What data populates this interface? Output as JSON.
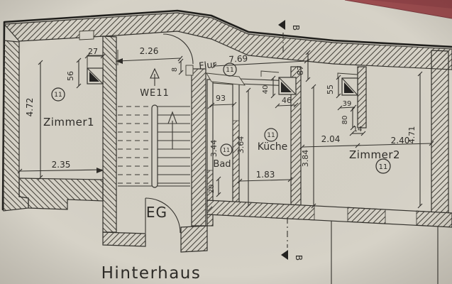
{
  "photo": {
    "paper_color": "#d6d2c7",
    "corner_color": "#9e4d50",
    "ink_color": "#2d2b27"
  },
  "plan": {
    "labels": {
      "building": "Hinterhaus",
      "floor": "EG",
      "unit": "WE11"
    },
    "section": {
      "label": "B"
    },
    "rooms": {
      "zimmer1": {
        "name": "Zimmer1",
        "number": "11"
      },
      "flur": {
        "name": "Flur",
        "number": "11"
      },
      "bad": {
        "name": "Bad",
        "number": "11"
      },
      "kueche": {
        "name": "Küche",
        "number": "11"
      },
      "zimmer2": {
        "name": "Zimmer2",
        "number": "11"
      }
    },
    "dims": {
      "v472": "4.72",
      "v235": "2.35",
      "v27": "27",
      "v56": "56",
      "v226": "2.26",
      "v8": "8",
      "v769": "7.69",
      "v87": "87",
      "v93": "93",
      "v344": "3.44",
      "v20": "20",
      "v364": "3.64",
      "v183": "1.83",
      "v40": "40",
      "v46": "46",
      "v55": "55",
      "v39": "39",
      "v80": "80",
      "v14": "14",
      "v204": "2.04",
      "v240": "2.40",
      "v384": "3.84",
      "v471": "4.71"
    }
  }
}
